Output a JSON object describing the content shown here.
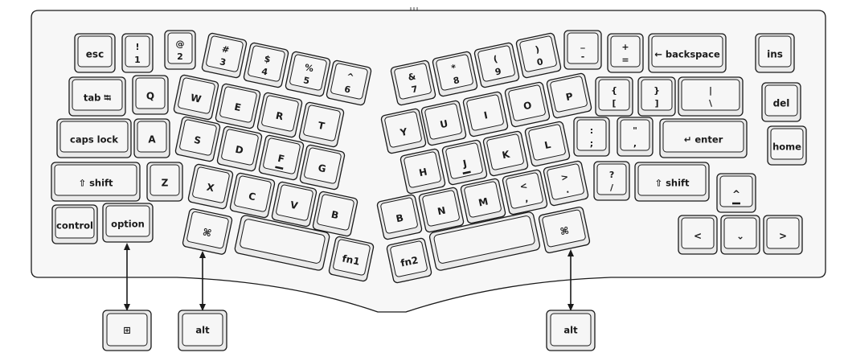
{
  "keys": {
    "esc": "esc",
    "n1": [
      "!",
      "1"
    ],
    "n2": [
      "@",
      "2"
    ],
    "n3": [
      "#",
      "3"
    ],
    "n4": [
      "$",
      "4"
    ],
    "n5": [
      "%",
      "5"
    ],
    "n6": [
      "^",
      "6"
    ],
    "n7": [
      "&",
      "7"
    ],
    "n8": [
      "*",
      "8"
    ],
    "n9": [
      "(",
      "9"
    ],
    "n0": [
      ")",
      "0"
    ],
    "minus": [
      "_",
      "-"
    ],
    "equal": [
      "+",
      "="
    ],
    "backspace": "← backspace",
    "ins": "ins",
    "tab": "tab ⭾",
    "q": "Q",
    "w": "W",
    "e": "E",
    "r": "R",
    "t": "T",
    "y": "Y",
    "u": "U",
    "i": "I",
    "o": "O",
    "p": "P",
    "lbracket": [
      "{",
      "["
    ],
    "rbracket": [
      "}",
      "]"
    ],
    "backslash": [
      "|",
      "\\"
    ],
    "del": "del",
    "caps": "caps lock",
    "a": "A",
    "s": "S",
    "d": "D",
    "f": "F",
    "g": "G",
    "h": "H",
    "j": "J",
    "k": "K",
    "l": "L",
    "semicolon": [
      ":",
      ";"
    ],
    "quote": [
      "\"",
      ","
    ],
    "enter": "↵ enter",
    "home": "home",
    "lshift": "⇧ shift",
    "z": "Z",
    "x": "X",
    "c": "C",
    "v": "V",
    "b_left": "B",
    "b_right": "B",
    "n": "N",
    "m": "M",
    "comma": [
      "<",
      ","
    ],
    "period": [
      ">",
      "."
    ],
    "slash": [
      "?",
      "/"
    ],
    "rshift": "⇧ shift",
    "up": "^",
    "control": "control",
    "option": "option",
    "cmd_left": "⌘",
    "fn1": "fn1",
    "fn2": "fn2",
    "cmd_right": "⌘",
    "left": "<",
    "down": "⌄",
    "right": ">"
  },
  "callouts": {
    "windows": "⊞",
    "alt_left": "alt",
    "alt_right": "alt"
  }
}
